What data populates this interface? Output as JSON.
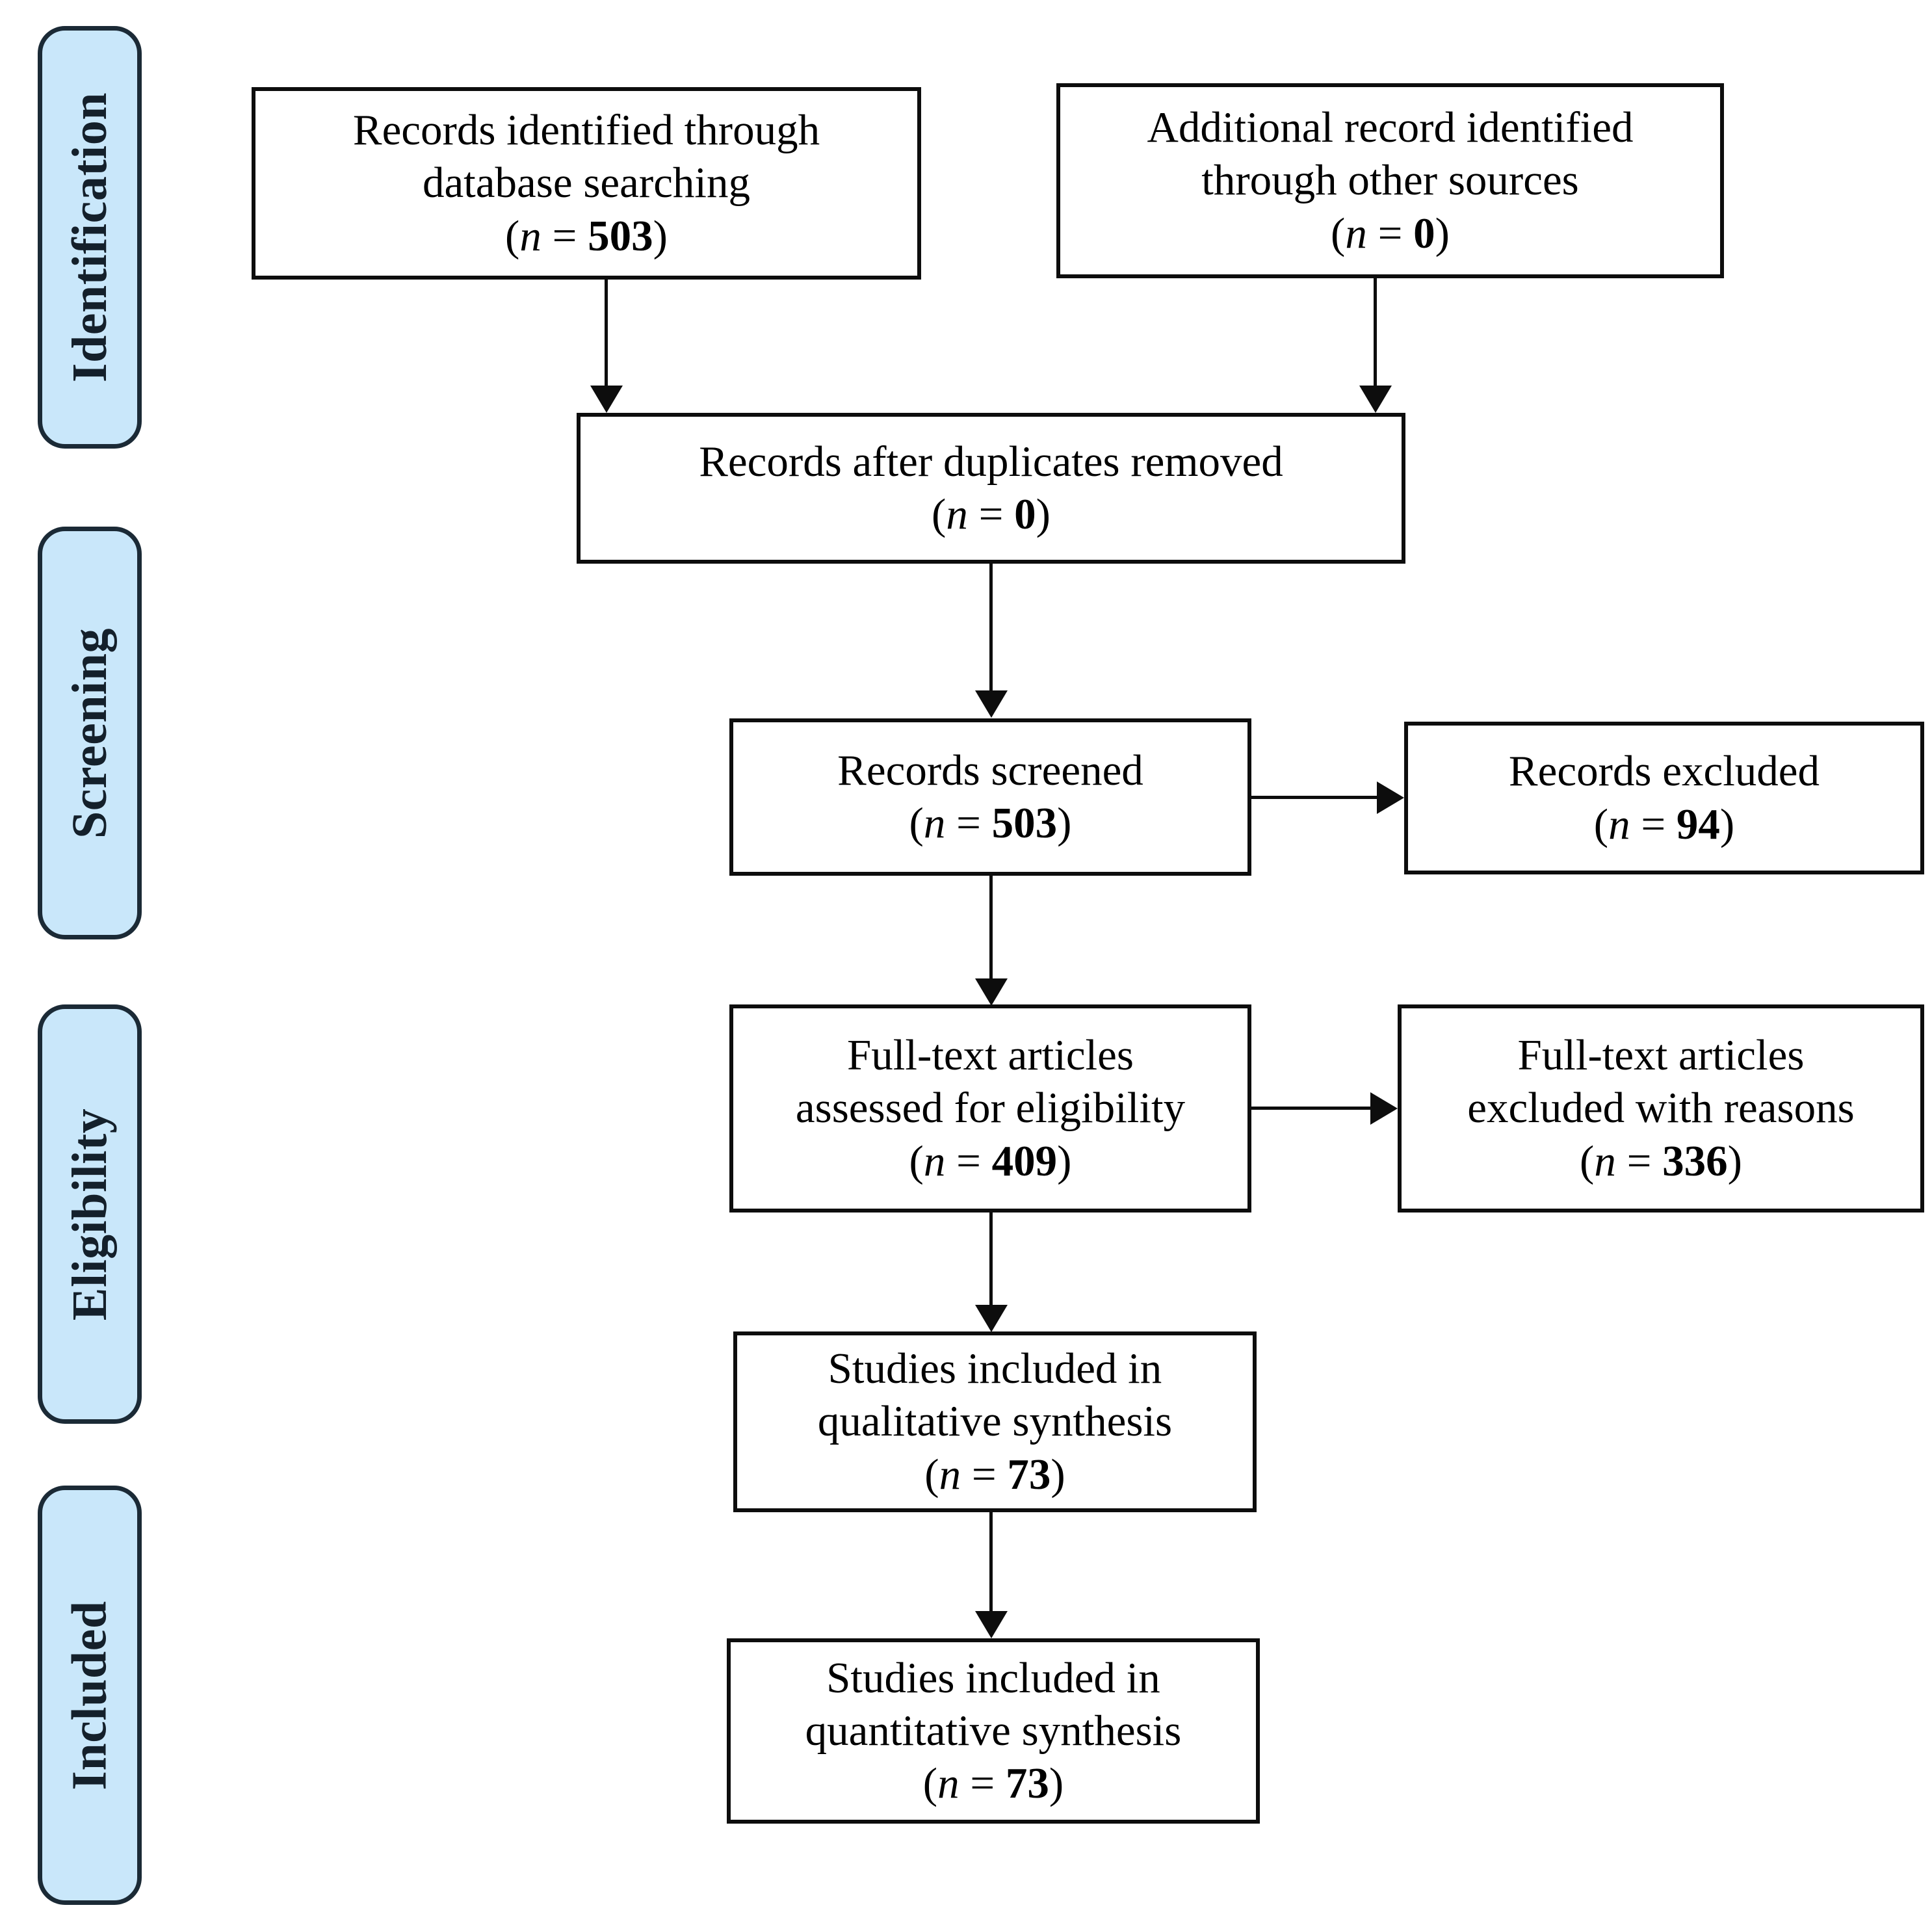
{
  "diagram": {
    "title": "PRISMA flow diagram",
    "type": "flowchart",
    "colors": {
      "stage_fill": "#c9e7fa",
      "stage_border": "#1b2a36",
      "box_border": "#0d0d0d",
      "box_fill": "#ffffff",
      "connector": "#0d0d0d",
      "background": "#ffffff"
    }
  },
  "stages": [
    {
      "id": "identification",
      "label": "Identification"
    },
    {
      "id": "screening",
      "label": "Screening"
    },
    {
      "id": "eligibility",
      "label": "Eligibility"
    },
    {
      "id": "included",
      "label": "Included"
    }
  ],
  "boxes": {
    "database_search": {
      "line1": "Records identified through",
      "line2": "database searching",
      "n_open": "(",
      "n_var": "n",
      "n_eq": " = ",
      "n_value": "503",
      "n_close": ")"
    },
    "other_sources": {
      "line1": "Additional record identified",
      "line2": "through other sources",
      "n_open": "(",
      "n_var": "n",
      "n_eq": " = ",
      "n_value": "0",
      "n_close": ")"
    },
    "duplicates_removed": {
      "line1": "Records after duplicates removed",
      "line2": "",
      "n_open": "(",
      "n_var": "n",
      "n_eq": " = ",
      "n_value": "0",
      "n_close": ")"
    },
    "records_screened": {
      "line1": "Records screened",
      "line2": "",
      "n_open": "(",
      "n_var": "n",
      "n_eq": " = ",
      "n_value": "503",
      "n_close": ")"
    },
    "records_excluded": {
      "line1": "Records excluded",
      "line2": "",
      "n_open": "(",
      "n_var": "n",
      "n_eq": " = ",
      "n_value": "94",
      "n_close": ")"
    },
    "fulltext_assessed": {
      "line1": "Full-text articles",
      "line2": "assessed for eligibility",
      "n_open": "(",
      "n_var": "n",
      "n_eq": " = ",
      "n_value": "409",
      "n_close": ")"
    },
    "fulltext_excluded": {
      "line1": "Full-text articles",
      "line2": "excluded with reasons",
      "n_open": "(",
      "n_var": "n",
      "n_eq": " = ",
      "n_value": "336",
      "n_close": ")"
    },
    "qualitative_synthesis": {
      "line1": "Studies included in",
      "line2": "qualitative synthesis",
      "n_open": "(",
      "n_var": "n",
      "n_eq": " = ",
      "n_value": "73",
      "n_close": ")"
    },
    "quantitative_synthesis": {
      "line1": "Studies included in",
      "line2": "quantitative synthesis",
      "n_open": "(",
      "n_var": "n",
      "n_eq": " = ",
      "n_value": "73",
      "n_close": ")"
    }
  },
  "chart_data": {
    "type": "diagram",
    "title": "PRISMA flow diagram",
    "nodes": [
      {
        "id": "database_search",
        "label": "Records identified through database searching",
        "n": 503,
        "stage": "Identification"
      },
      {
        "id": "other_sources",
        "label": "Additional record identified through other sources",
        "n": 0,
        "stage": "Identification"
      },
      {
        "id": "duplicates_removed",
        "label": "Records after duplicates removed",
        "n": 0,
        "stage": "Identification"
      },
      {
        "id": "records_screened",
        "label": "Records screened",
        "n": 503,
        "stage": "Screening"
      },
      {
        "id": "records_excluded",
        "label": "Records excluded",
        "n": 94,
        "stage": "Screening"
      },
      {
        "id": "fulltext_assessed",
        "label": "Full-text articles assessed for eligibility",
        "n": 409,
        "stage": "Eligibility"
      },
      {
        "id": "fulltext_excluded",
        "label": "Full-text articles excluded with reasons",
        "n": 336,
        "stage": "Eligibility"
      },
      {
        "id": "qualitative_synthesis",
        "label": "Studies included in qualitative synthesis",
        "n": 73,
        "stage": "Included"
      },
      {
        "id": "quantitative_synthesis",
        "label": "Studies included in quantitative synthesis",
        "n": 73,
        "stage": "Included"
      }
    ],
    "edges": [
      {
        "from": "database_search",
        "to": "duplicates_removed"
      },
      {
        "from": "other_sources",
        "to": "duplicates_removed"
      },
      {
        "from": "duplicates_removed",
        "to": "records_screened"
      },
      {
        "from": "records_screened",
        "to": "records_excluded"
      },
      {
        "from": "records_screened",
        "to": "fulltext_assessed"
      },
      {
        "from": "fulltext_assessed",
        "to": "fulltext_excluded"
      },
      {
        "from": "fulltext_assessed",
        "to": "qualitative_synthesis"
      },
      {
        "from": "qualitative_synthesis",
        "to": "quantitative_synthesis"
      }
    ]
  }
}
